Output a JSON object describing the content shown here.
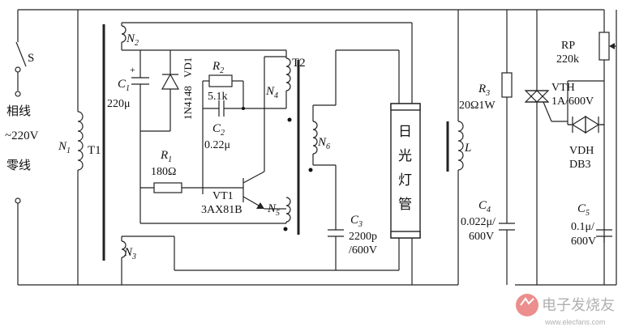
{
  "switch": {
    "label": "S"
  },
  "mains": {
    "phase": "相线",
    "voltage": "~220V",
    "neutral": "零线"
  },
  "t1": {
    "label": "T1",
    "n1": "N",
    "n1_sub": "1",
    "n2": "N",
    "n2_sub": "2",
    "n3": "N",
    "n3_sub": "3"
  },
  "c1": {
    "name": "C",
    "sub": "1",
    "plus": "+",
    "value": "220μ"
  },
  "vd1": {
    "name": "VD1",
    "part": "1N4148"
  },
  "r2": {
    "name": "R",
    "sub": "2",
    "value": "5.1k"
  },
  "c2": {
    "name": "C",
    "sub": "2",
    "value": "0.22μ"
  },
  "r1": {
    "name": "R",
    "sub": "1",
    "value": "180Ω"
  },
  "vt1": {
    "name": "VT1",
    "part": "3AX81B"
  },
  "t2": {
    "label": "T2",
    "n4": "N",
    "n4_sub": "4",
    "n5": "N",
    "n5_sub": "5",
    "n6": "N",
    "n6_sub": "6"
  },
  "c3": {
    "name": "C",
    "sub": "3",
    "value1": "2200p",
    "value2": "/600V"
  },
  "tube": {
    "chars": [
      "日",
      "光",
      "灯",
      "管"
    ]
  },
  "inductor": {
    "name": "L"
  },
  "r3": {
    "name": "R",
    "sub": "3",
    "value": "20Ω1W"
  },
  "c4": {
    "name": "C",
    "sub": "4",
    "value1": "0.022μ/",
    "value2": "600V"
  },
  "rp": {
    "name": "RP",
    "value": "220k"
  },
  "vth": {
    "name": "VTH",
    "rating": "1A/600V"
  },
  "vdh": {
    "name": "VDH",
    "part": "DB3"
  },
  "c5": {
    "name": "C",
    "sub": "5",
    "value1": "0.1μ/",
    "value2": "600V"
  },
  "watermark": {
    "text": "电子发烧友",
    "url": "www.elecfans.com"
  }
}
